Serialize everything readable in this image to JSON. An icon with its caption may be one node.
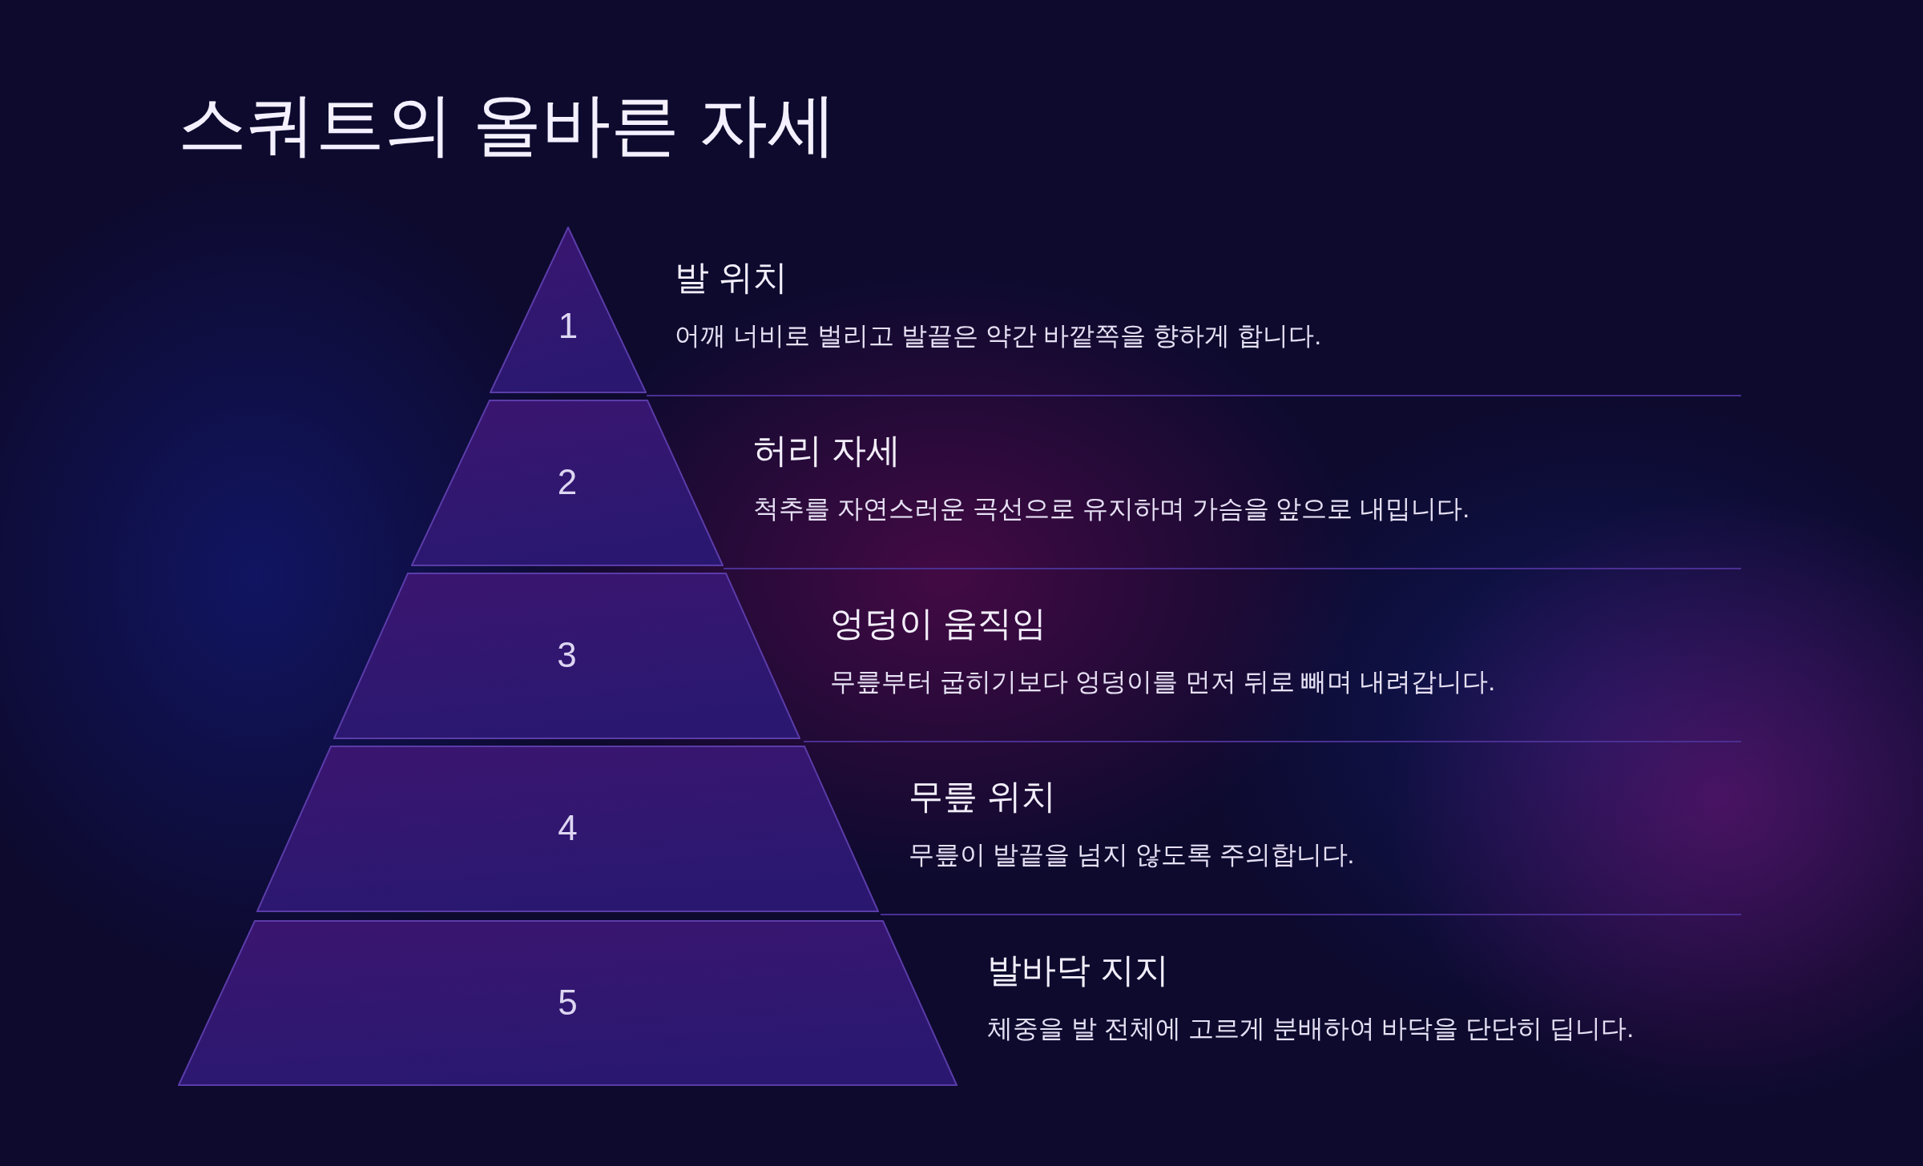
{
  "diagram": {
    "title": "스쿼트의 올바른 자세",
    "nodes": [
      {
        "text": [
          "1"
        ],
        "beside": [
          "발 위치",
          "어깨 너비로 벌리고 발끝은 약간 바깥쪽을 향하게 합니다."
        ]
      },
      {
        "text": [
          "2"
        ],
        "beside": [
          "허리 자세",
          "척추를 자연스러운 곡선으로 유지하며 가슴을 앞으로 내밉니다."
        ]
      },
      {
        "text": [
          "3"
        ],
        "beside": [
          "엉덩이 움직임",
          "무릎부터 굽히기보다 엉덩이를 먼저 뒤로 빼며 내려갑니다."
        ]
      },
      {
        "text": [
          "4"
        ],
        "beside": [
          "무릎 위치",
          "무릎이 발끝을 넘지 않도록 주의합니다."
        ]
      },
      {
        "text": [
          "5"
        ],
        "beside": [
          "발바닥 지지",
          "체중을 발 전체에 고르게 분배하여 바닥을 단단히 딥니다."
        ]
      }
    ]
  }
}
